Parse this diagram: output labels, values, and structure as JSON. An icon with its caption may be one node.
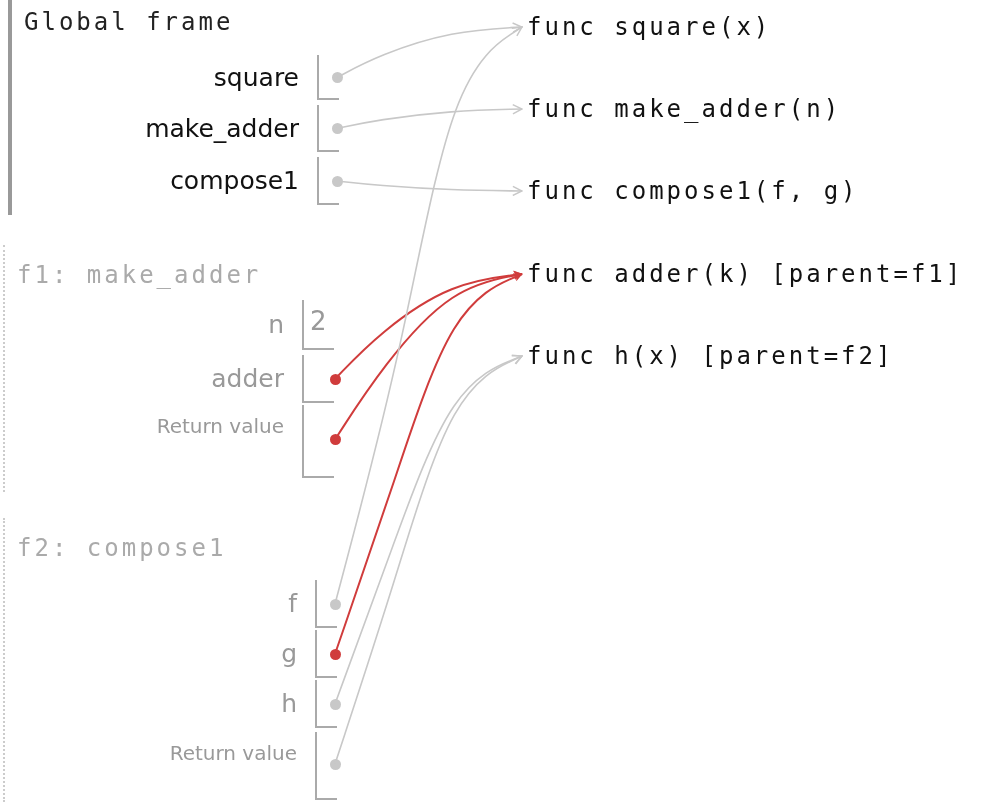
{
  "diagram": {
    "nodes": [
      {
        "text": [
          "Global frame"
        ]
      },
      {
        "text": [
          "square"
        ],
        "in": 0
      },
      {
        "text": [
          "make_adder"
        ],
        "in": 0
      },
      {
        "text": [
          "compose1"
        ],
        "in": 0
      },
      {
        "text": [
          "f1: make_adder"
        ]
      },
      {
        "text": [
          "n",
          "2"
        ],
        "in": 4
      },
      {
        "text": [
          "adder"
        ],
        "in": 4
      },
      {
        "text": [
          "Return value"
        ],
        "in": 4
      },
      {
        "text": [
          "f2: compose1"
        ]
      },
      {
        "text": [
          "f"
        ],
        "in": 8
      },
      {
        "text": [
          "g"
        ],
        "in": 8
      },
      {
        "text": [
          "h"
        ],
        "in": 8
      },
      {
        "text": [
          "Return value"
        ],
        "in": 8
      },
      {
        "text": [
          "func square(x)"
        ]
      },
      {
        "text": [
          "func make_adder(n)"
        ]
      },
      {
        "text": [
          "func compose1(f, g)"
        ]
      },
      {
        "text": [
          "func adder(k) [parent=f1]"
        ]
      },
      {
        "text": [
          "func h(x) [parent=f2]"
        ]
      }
    ],
    "edges": [
      {
        "from": 1,
        "to": 13,
        "arrow": "to"
      },
      {
        "from": 2,
        "to": 14,
        "arrow": "to"
      },
      {
        "from": 3,
        "to": 15,
        "arrow": "to"
      },
      {
        "from": 6,
        "to": 16,
        "arrow": "to",
        "color": "#d03c3c"
      },
      {
        "from": 7,
        "to": 16,
        "arrow": "to",
        "color": "#d03c3c"
      },
      {
        "from": 9,
        "to": 13,
        "arrow": "to"
      },
      {
        "from": 10,
        "to": 16,
        "arrow": "to",
        "color": "#d03c3c"
      },
      {
        "from": 11,
        "to": 17,
        "arrow": "to"
      },
      {
        "from": 12,
        "to": 17,
        "arrow": "to"
      }
    ]
  }
}
